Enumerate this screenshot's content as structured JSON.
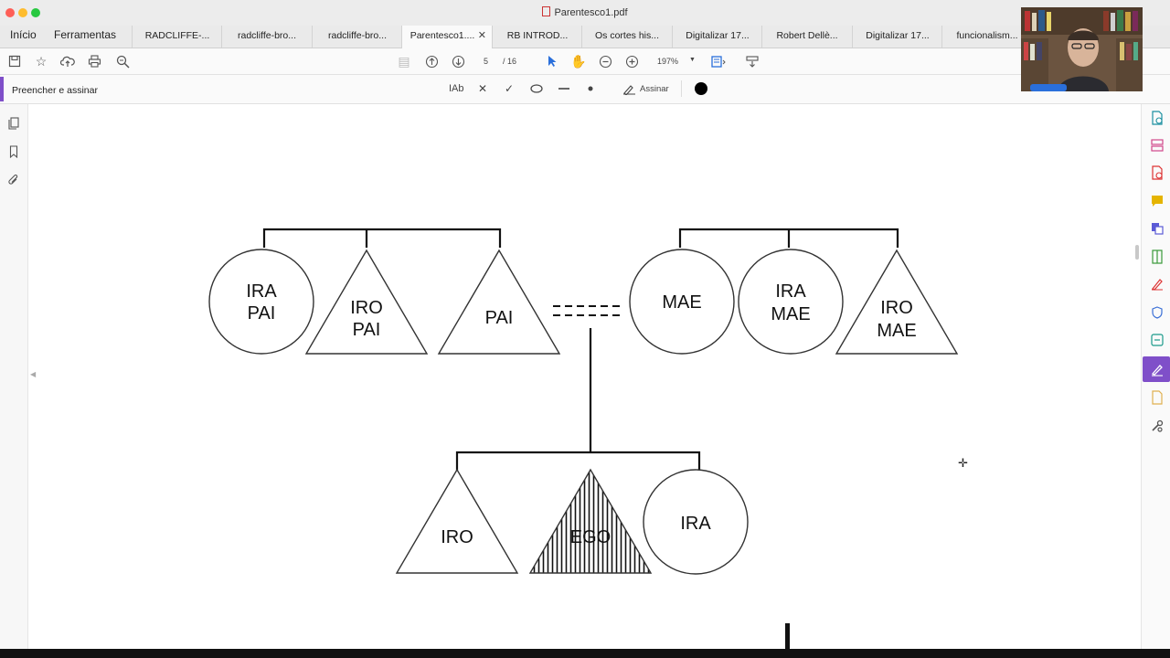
{
  "window": {
    "title": "Parentesco1.pdf"
  },
  "nav": {
    "home": "Início",
    "tools": "Ferramentas"
  },
  "tabs": [
    {
      "label": "RADCLIFFE-..."
    },
    {
      "label": "radcliffe-bro..."
    },
    {
      "label": "radcliffe-bro..."
    },
    {
      "label": "Parentesco1....",
      "active": true
    },
    {
      "label": "RB INTROD..."
    },
    {
      "label": "Os cortes his..."
    },
    {
      "label": "Digitalizar 17..."
    },
    {
      "label": "Robert Dellè..."
    },
    {
      "label": "Digitalizar 17..."
    },
    {
      "label": "funcionalism..."
    }
  ],
  "toolbar": {
    "page_current": "5",
    "page_total": "/ 16",
    "zoom": "197%",
    "icons": [
      "save-icon",
      "star-icon",
      "upload-cloud-icon",
      "print-icon",
      "search-zoom-icon",
      "page-up-icon",
      "page-down-icon",
      "select-cursor-icon",
      "hand-icon",
      "zoom-out-icon",
      "zoom-in-icon",
      "fit-page-icon",
      "scroll-mode-icon"
    ]
  },
  "fillsign": {
    "label": "Preencher e assinar",
    "text_tool": "IAb",
    "sign": "Assinar",
    "ink_color": "#000000"
  },
  "diagram": {
    "nodes": [
      {
        "shape": "circle",
        "line1": "IRA",
        "line2": "PAI"
      },
      {
        "shape": "triangle",
        "line1": "IRO",
        "line2": "PAI"
      },
      {
        "shape": "triangle",
        "line1": "PAI",
        "line2": ""
      },
      {
        "shape": "circle",
        "line1": "MAE",
        "line2": ""
      },
      {
        "shape": "circle",
        "line1": "IRA",
        "line2": "MAE"
      },
      {
        "shape": "triangle",
        "line1": "IRO",
        "line2": "MAE"
      },
      {
        "shape": "triangle",
        "line1": "IRO",
        "line2": ""
      },
      {
        "shape": "triangle-hatched",
        "line1": "EGO",
        "line2": ""
      },
      {
        "shape": "circle",
        "line1": "IRA",
        "line2": ""
      }
    ],
    "marriage_symbol": "====="
  },
  "colors": {
    "accent_purple": "#7f4fc9",
    "line": "#111111"
  }
}
